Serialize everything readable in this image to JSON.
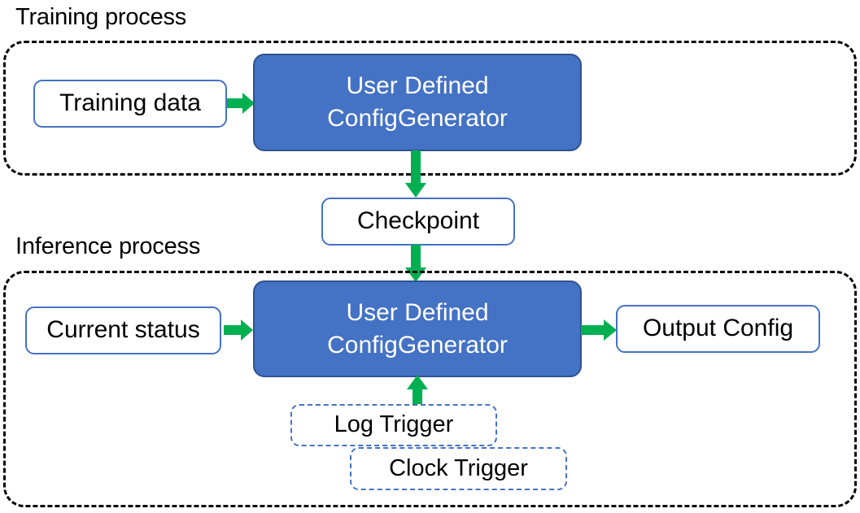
{
  "diagram": {
    "title_training": "Training process",
    "title_inference": "Inference process",
    "colors": {
      "process_fill": "#4472C4",
      "process_stroke": "#2F528F",
      "box_stroke": "#4472C4",
      "arrow": "#00B050",
      "group_stroke": "#000000",
      "text_dark": "#000000",
      "text_light": "#FFFFFF"
    }
  },
  "training": {
    "label": "Training process",
    "input_box": "Training data",
    "process_box": "User Defined\nConfigGenerator"
  },
  "checkpoint": {
    "label": "Checkpoint"
  },
  "inference": {
    "label": "Inference process",
    "input_box": "Current status",
    "process_box": "User Defined\nConfigGenerator",
    "output_box": "Output Config",
    "triggers": [
      {
        "label": "Log Trigger"
      },
      {
        "label": "Clock Trigger"
      }
    ]
  },
  "arrows": [
    {
      "name": "training-data-to-generator",
      "direction": "right"
    },
    {
      "name": "generator-to-checkpoint",
      "direction": "down"
    },
    {
      "name": "checkpoint-to-inference-generator",
      "direction": "down"
    },
    {
      "name": "current-status-to-generator",
      "direction": "right"
    },
    {
      "name": "generator-to-output-config",
      "direction": "right"
    },
    {
      "name": "trigger-to-generator",
      "direction": "up"
    }
  ]
}
